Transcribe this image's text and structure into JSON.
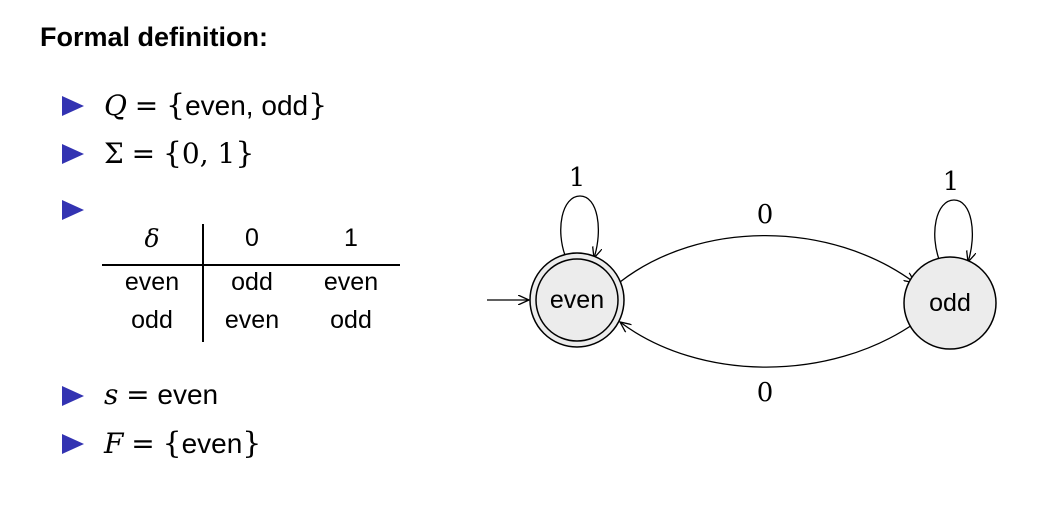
{
  "heading": "Formal definition:",
  "definition": {
    "states": {
      "lhs": "Q",
      "eq": "=",
      "open": "{",
      "items": "even, odd",
      "close": "}"
    },
    "alphabet": {
      "lhs": "Σ",
      "eq": "=",
      "open": "{",
      "items": "0, 1",
      "close": "}"
    },
    "start": {
      "lhs": "s",
      "eq": "=",
      "value": "even"
    },
    "accept": {
      "lhs": "F",
      "eq": "=",
      "open": "{",
      "items": "even",
      "close": "}"
    }
  },
  "transition_table": {
    "header": [
      "δ",
      "0",
      "1"
    ],
    "rows": [
      [
        "even",
        "odd",
        "even"
      ],
      [
        "odd",
        "even",
        "odd"
      ]
    ]
  },
  "diagram": {
    "states": [
      {
        "id": "even",
        "label": "even",
        "start": true,
        "accepting": true
      },
      {
        "id": "odd",
        "label": "odd",
        "start": false,
        "accepting": false
      }
    ],
    "transitions": [
      {
        "from": "even",
        "to": "even",
        "label": "1"
      },
      {
        "from": "odd",
        "to": "odd",
        "label": "1"
      },
      {
        "from": "even",
        "to": "odd",
        "label": "0"
      },
      {
        "from": "odd",
        "to": "even",
        "label": "0"
      }
    ]
  },
  "colors": {
    "bullet": "#3333b2",
    "state_fill": "#ececec",
    "stroke": "#000000"
  }
}
